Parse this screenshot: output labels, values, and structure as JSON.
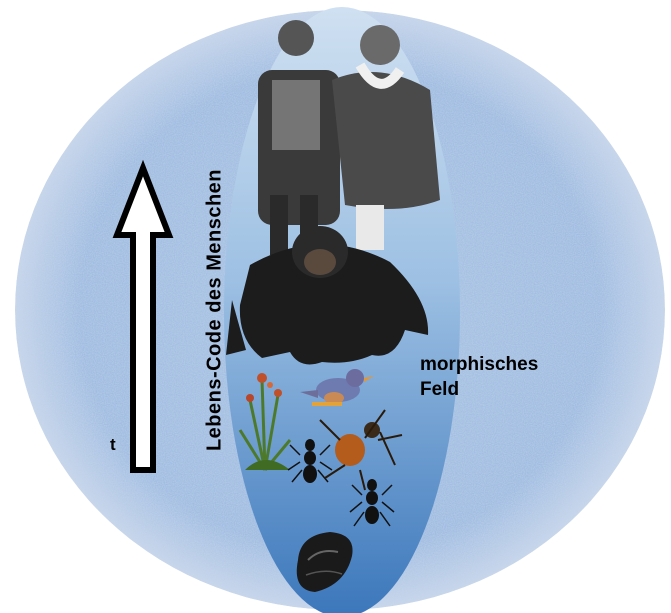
{
  "diagram": {
    "vertical_label": "Lebens-Code des Menschen",
    "time_label": "t",
    "field_label_line1": "morphisches",
    "field_label_line2": "Feld",
    "colors": {
      "circle_noise": "#8fb0d8",
      "ellipse_top": "#c9dcef",
      "ellipse_bottom": "#3d79bd",
      "arrow": "#000000"
    },
    "figures": [
      "two-men-photo",
      "chimpanzee",
      "flower-plant",
      "finch-bird",
      "ant",
      "spider",
      "ant",
      "stone"
    ]
  }
}
